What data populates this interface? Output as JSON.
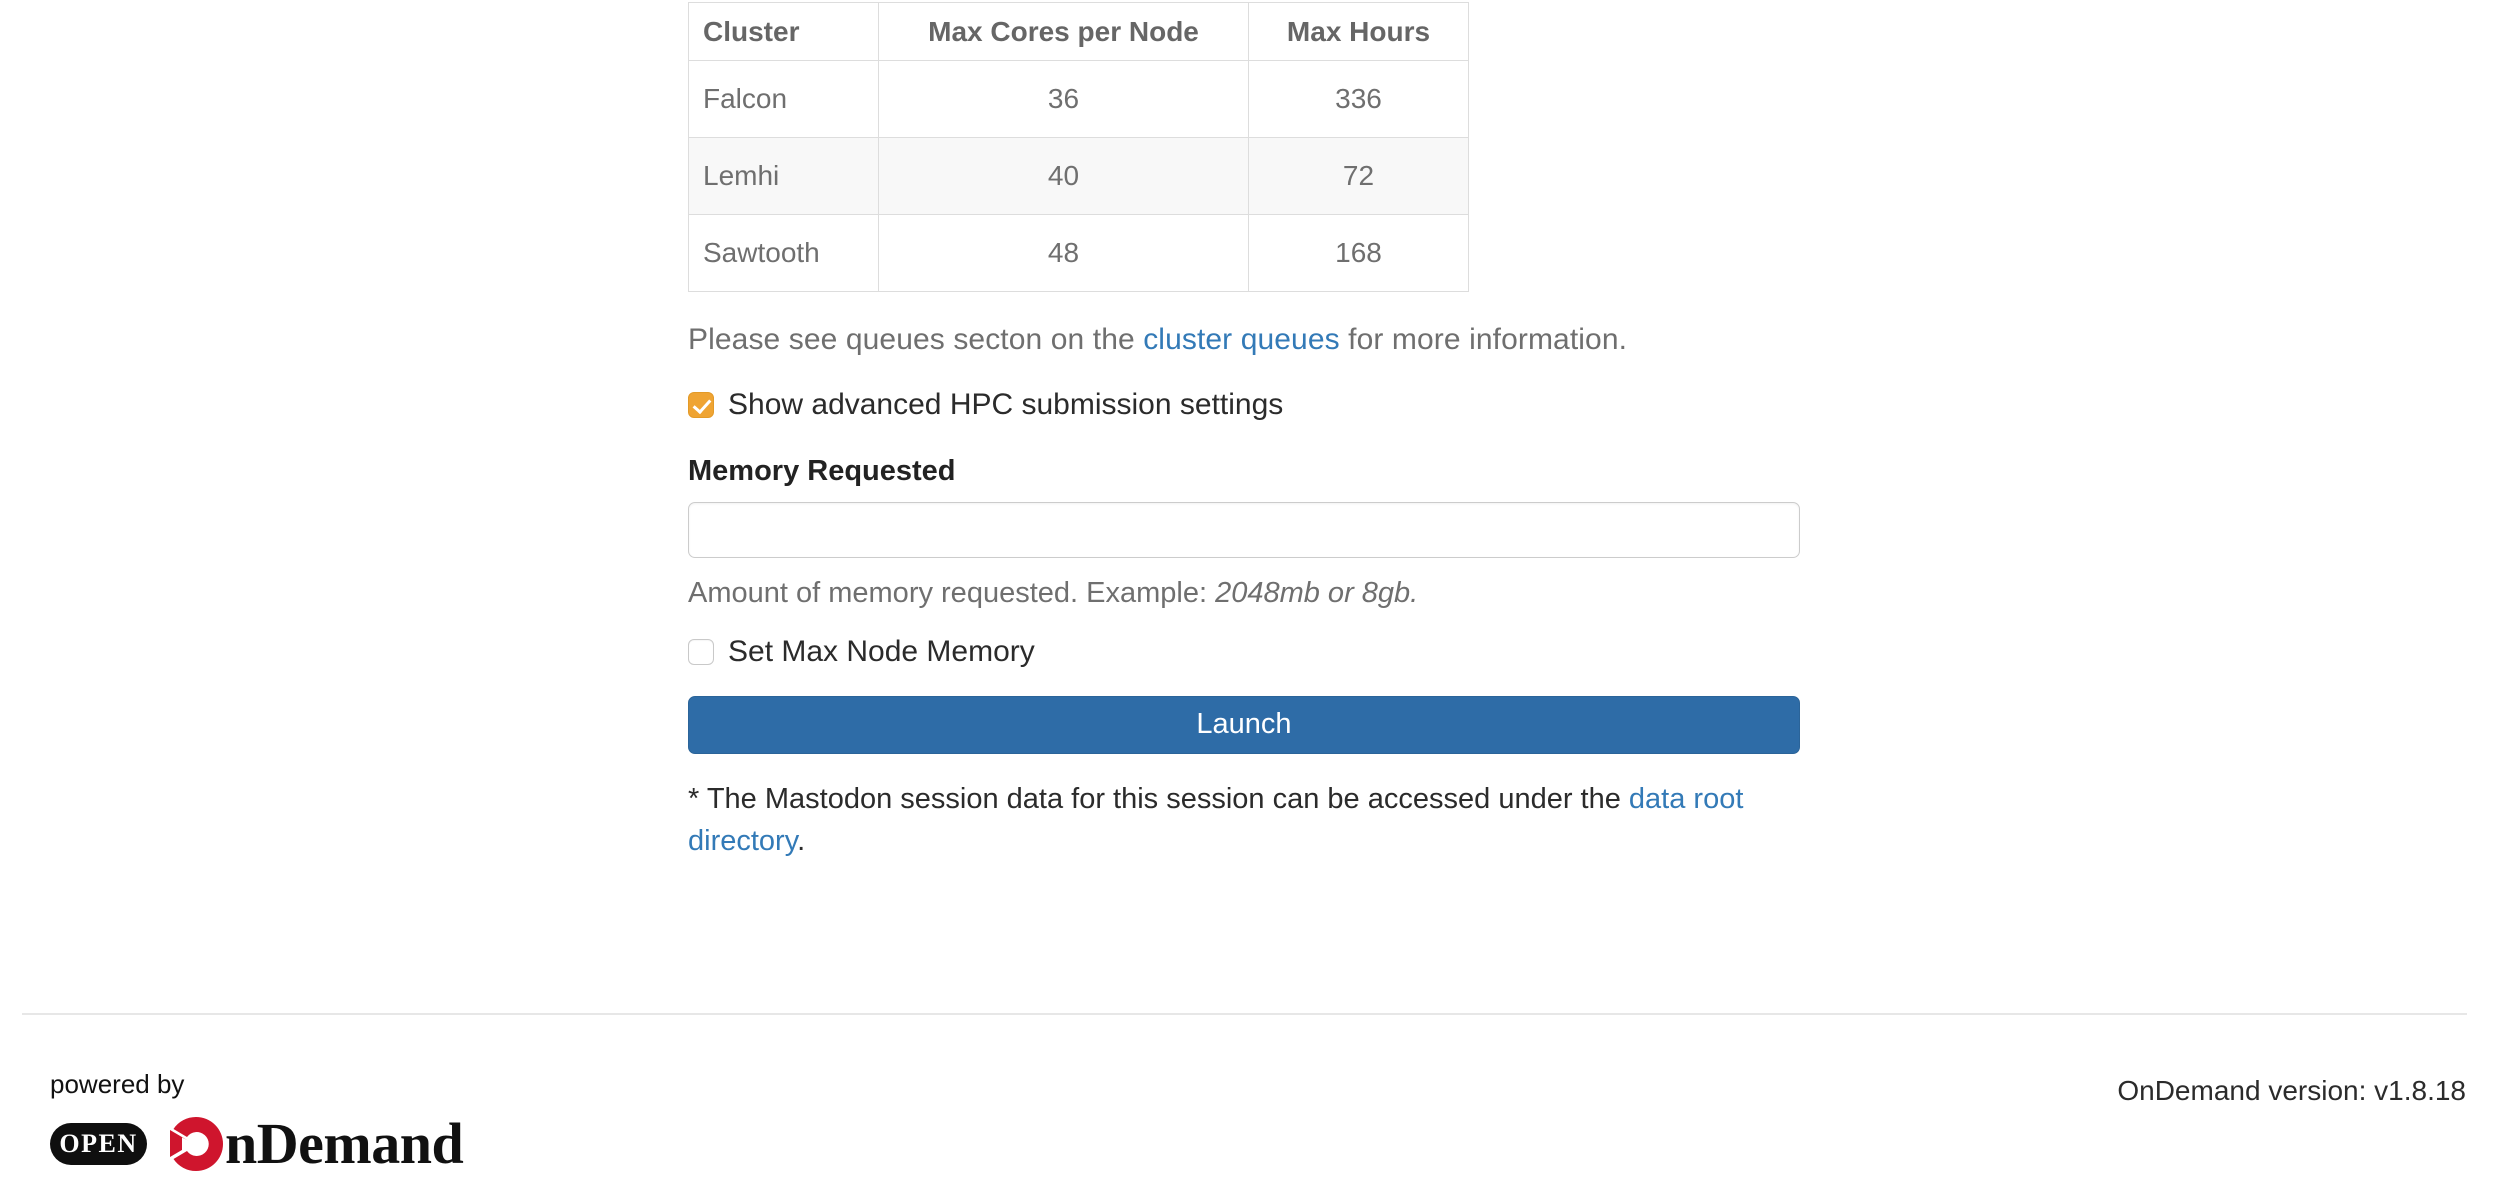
{
  "cluster_table": {
    "headers": [
      "Cluster",
      "Max Cores per Node",
      "Max Hours"
    ],
    "rows": [
      {
        "cluster": "Falcon",
        "max_cores": "36",
        "max_hours": "336"
      },
      {
        "cluster": "Lemhi",
        "max_cores": "40",
        "max_hours": "72"
      },
      {
        "cluster": "Sawtooth",
        "max_cores": "48",
        "max_hours": "168"
      }
    ]
  },
  "queues_note": {
    "before": "Please see queues secton on the ",
    "link": "cluster queues",
    "after": " for more information."
  },
  "advanced_checkbox": {
    "label": "Show advanced HPC submission settings",
    "checked": true
  },
  "memory_field": {
    "label": "Memory Requested",
    "value": "",
    "placeholder": "",
    "help_before": "Amount of memory requested. Example: ",
    "help_emphasis": "2048mb or 8gb."
  },
  "max_node_memory_checkbox": {
    "label": "Set Max Node Memory",
    "checked": false
  },
  "launch_button": {
    "label": "Launch"
  },
  "footnote": {
    "before": "* The Mastodon session data for this session can be accessed under the ",
    "link": "data root directory",
    "after": "."
  },
  "footer": {
    "powered_by": "powered by",
    "logo_open": "OPEN",
    "logo_word": "nDemand",
    "version": "OnDemand version: v1.8.18"
  },
  "colors": {
    "link": "#337ab7",
    "checkbox_checked": "#efa433",
    "launch_button": "#2e6ca7",
    "logo_red": "#cf152d",
    "table_border": "#dddddd",
    "striped_row": "#f8f8f8"
  }
}
